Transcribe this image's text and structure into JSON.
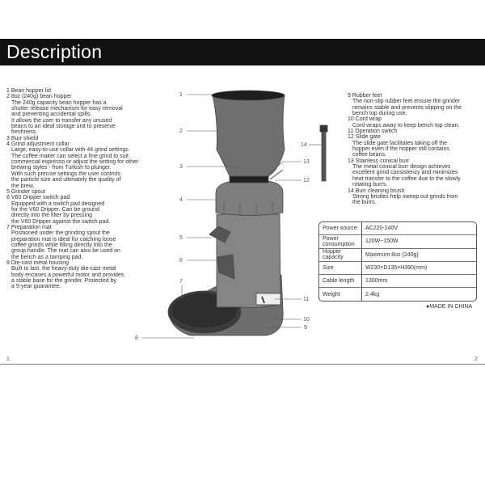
{
  "header": {
    "title": "Description"
  },
  "left_items": [
    {
      "title": "1 Bean hopper lid",
      "desc": ""
    },
    {
      "title": "2 8oz (240g) bean hopper",
      "desc": "The 240g capacity bean hopper has a\nshutter release mechanism for easy removal\nand preventing accidental spills.\nIt allows the user to transfer any unused\nbeans to an ideal storage unit to preserve\nfreshness."
    },
    {
      "title": "3 Burr shield",
      "desc": ""
    },
    {
      "title": "4 Grind adjustment collar",
      "desc": "Large, easy-to-use collar with 44 grind settings.\nThe coffee maker can select a fine grind to suit\ncommercial espresso or adjust the setting for other\nbrewing styles - from Turkish to plunger.\nWith such precise settings the user controls\nthe particle size and ultimately the quality of\nthe brew."
    },
    {
      "title": "5 Grinder spout",
      "desc": ""
    },
    {
      "title": "6 V60 Dripper switch pad",
      "desc": "Equipped with a switch pad designed\nfor the V60 Dripper. Can be ground\ndirectly into the filter by pressing\nthe V60 Dripper against the switch pad."
    },
    {
      "title": "7 Preparation mat",
      "desc": "Positioned under the grinding spout the\npreparation mat is ideal for catching loose\ncoffee grinds while filling directly into the\ngroup handle. The mat can also be used on\nthe bench as a tamping pad."
    },
    {
      "title": "8 Die-cast metal housing",
      "desc": "Built to last, the heavy-duty die-cast metal\nbody encases a powerful motor and provides\na stable base for the grinder. Protected by\na 5-year guarantee."
    }
  ],
  "right_items": [
    {
      "title": "9 Rubber feet",
      "desc": "The non-slip rubber feet ensure the grinder\nremains stable and prevents slipping on the\nbench top during use."
    },
    {
      "title": "10 Cord wrap",
      "desc": "Cord wraps away to keep bench top clean."
    },
    {
      "title": "11 Operation switch",
      "desc": ""
    },
    {
      "title": "12 Slide gate",
      "desc": "The slide gate facilitates taking off the\nhopper even if the hopper still contains\ncoffee beans."
    },
    {
      "title": "13 Stainless conical burr",
      "desc": "The metal conical burr design achieves\nexcellent grind consistency and minimizes\nheat transfer to the coffee due to the slowly\nrotating burrs."
    },
    {
      "title": "14 Burr cleaning brush",
      "desc": "Strong bristles help sweep out grinds from\nthe burrs."
    }
  ],
  "diagram_labels": [
    "1",
    "2",
    "3",
    "4",
    "5",
    "6",
    "7",
    "8",
    "9",
    "10",
    "11",
    "12",
    "13",
    "14"
  ],
  "specs": [
    {
      "key": "Power source",
      "value": "AC220-240V"
    },
    {
      "key": "Power consumption",
      "value": "120W~150W"
    },
    {
      "key": "Hopper capacity",
      "value": "Maximum 8oz (240g)"
    },
    {
      "key": "Size",
      "value": "W230×D135×H390(mm)"
    },
    {
      "key": "Cable length",
      "value": "1300mm"
    },
    {
      "key": "Weight",
      "value": "2.4kg"
    }
  ],
  "made_in": "●MADE IN CHINA",
  "footer": {
    "page_left": "1",
    "page_right": "2"
  }
}
